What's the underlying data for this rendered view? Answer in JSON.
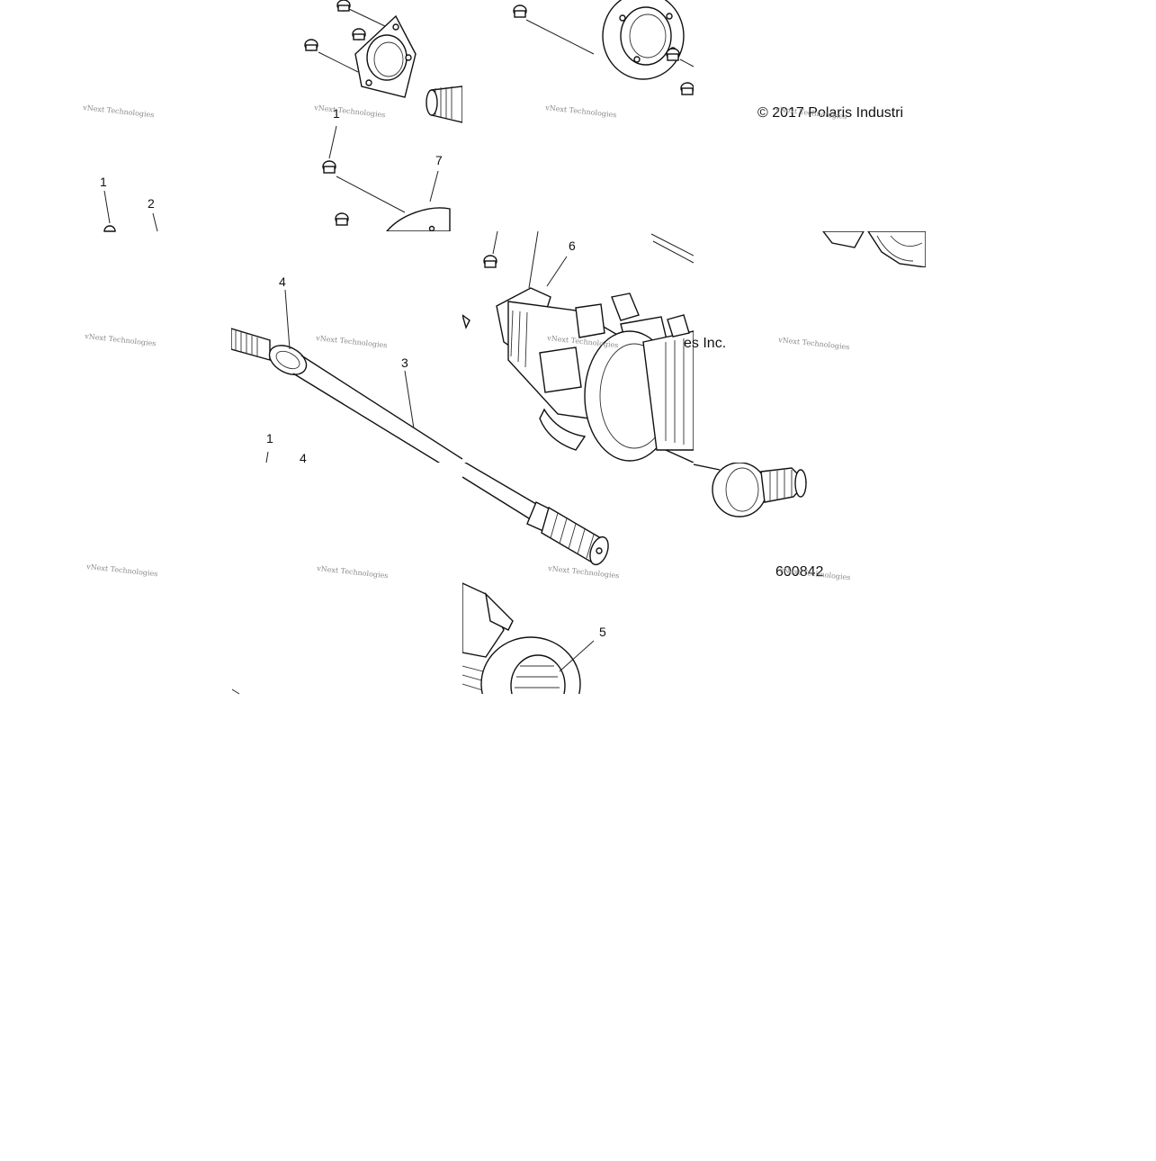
{
  "diagram": {
    "copyright": "© 2017 Polaris Industries Inc.",
    "copyright_fragment_1": "© 2017 Polaris Industri",
    "copyright_fragment_2": "es Inc.",
    "part_number": "600842",
    "watermark": "vNext Technologies",
    "callouts": {
      "c1a": "1",
      "c1b": "1",
      "c1c": "1",
      "c2": "2",
      "c3": "3",
      "c4a": "4",
      "c4b": "4",
      "c5": "5",
      "c6": "6",
      "c7": "7"
    }
  }
}
